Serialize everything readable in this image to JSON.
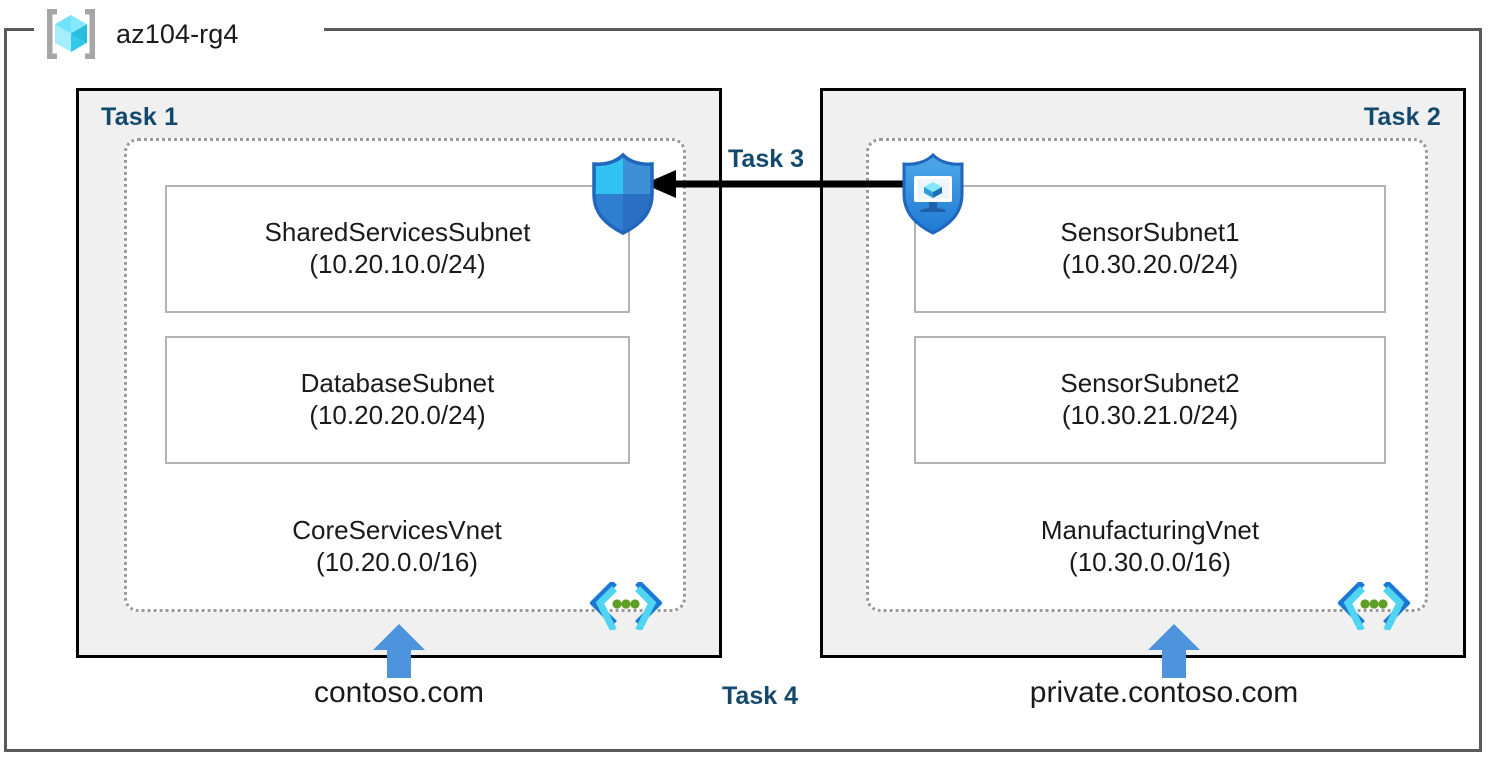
{
  "resource_group": {
    "name": "az104-rg4",
    "icon": "azure-resource-group-icon"
  },
  "panels": [
    {
      "id": "task1",
      "label": "Task 1",
      "label_align": "left",
      "vnet": {
        "name": "CoreServicesVnet",
        "cidr": "(10.20.0.0/16)",
        "icon": "virtual-network-icon",
        "subnets": [
          {
            "name": "SharedServicesSubnet",
            "cidr": "(10.20.10.0/24)"
          },
          {
            "name": "DatabaseSubnet",
            "cidr": "(10.20.20.0/24)"
          }
        ]
      },
      "dns_zone": "contoso.com"
    },
    {
      "id": "task2",
      "label": "Task 2",
      "label_align": "right",
      "vnet": {
        "name": "ManufacturingVnet",
        "cidr": "(10.30.0.0/16)",
        "icon": "virtual-network-icon",
        "subnets": [
          {
            "name": "SensorSubnet1",
            "cidr": "(10.30.20.0/24)"
          },
          {
            "name": "SensorSubnet2",
            "cidr": "(10.30.21.0/24)"
          }
        ]
      },
      "dns_zone": "private.contoso.com"
    }
  ],
  "connectors": {
    "task3": {
      "label": "Task 3",
      "direction": "right-to-left",
      "source_icon": "vm-shield-icon",
      "target_icon": "network-security-group-shield-icon"
    },
    "task4": {
      "label": "Task 4"
    }
  },
  "colors": {
    "task_label": "#14496e",
    "panel_background": "#f0f0f0",
    "panel_border": "#000000",
    "vnet_border": "#9a9a9a",
    "subnet_border": "#b3b3b3",
    "frame_border": "#5a5a5a",
    "arrow_blue": "#4e94dd",
    "arrow_black": "#000000",
    "azure_cyan": "#50e6ff",
    "azure_blue": "#0078d4",
    "vnet_dot_green": "#5e9e24"
  }
}
